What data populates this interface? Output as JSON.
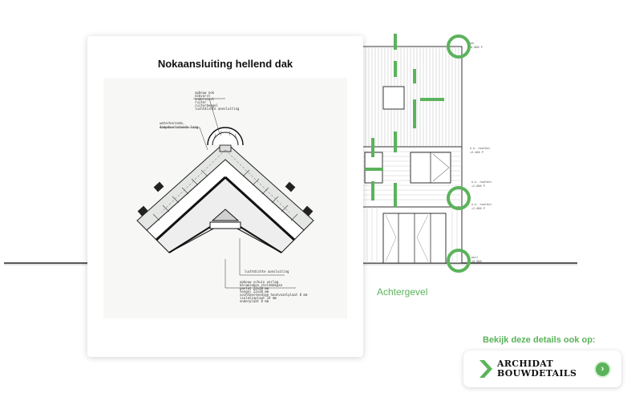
{
  "card": {
    "title": "Nokaansluiting hellend dak"
  },
  "drawing_caption": "Achtergevel",
  "detail_labels": [
    "opbouw nok",
    "nokvorst",
    "ondervorst",
    "ruiter",
    "ruiterbeugel",
    "luchtdichte aansluiting",
    "waterkerende,",
    "dampdoorlatende laag",
    "luchtdichte aansluiting",
    "opbouw schuin verlag",
    "keramieken stolddakpan",
    "panlat 22x38 mm",
    "tengel 22x38 mm",
    "vochtbestendige houtvezelplaat 8 mm",
    "isolatieplaat 24 mm",
    "onderplaat 8 mm"
  ],
  "promo": {
    "heading": "Bekijk deze details ook op:",
    "brand_line1": "ARCHIDAT",
    "brand_line2": "BOUWDETAILS",
    "go_icon": "›"
  },
  "colors": {
    "accent": "#5bb35b",
    "title": "#111111"
  }
}
